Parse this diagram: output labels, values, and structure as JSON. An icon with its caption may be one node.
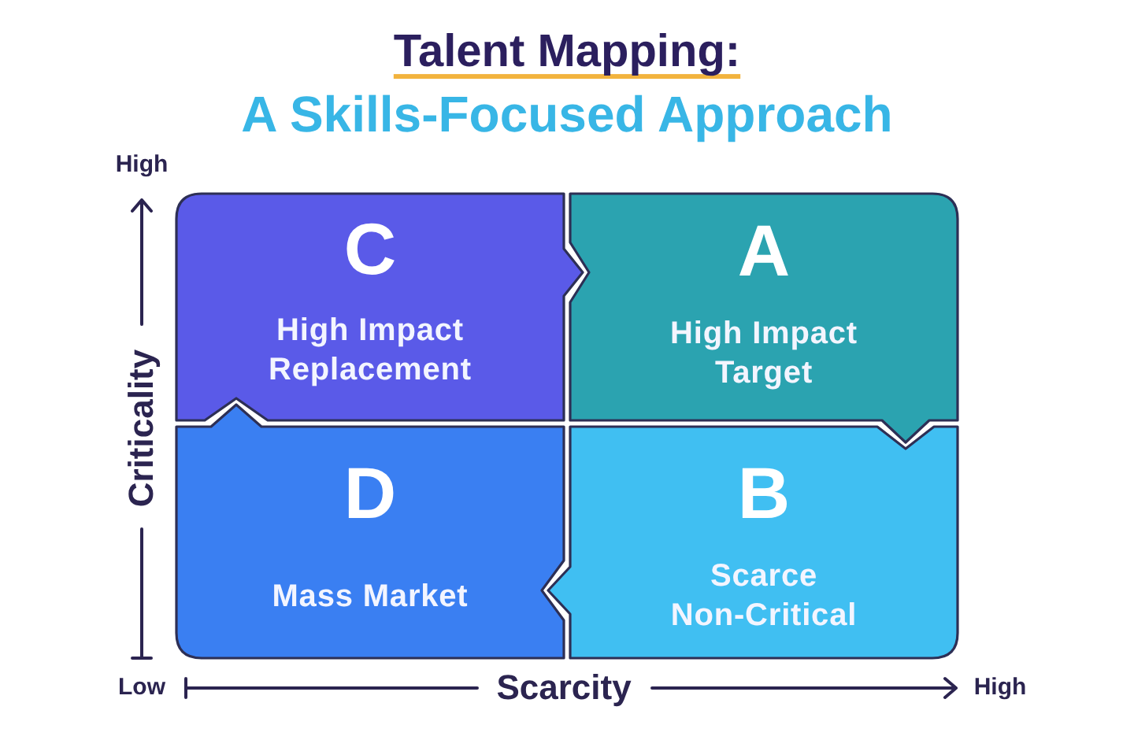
{
  "diagram": {
    "title": "Talent Mapping:",
    "nodes": [
      {
        "text": [
          "C",
          "High Impact Replacement"
        ]
      },
      {
        "text": [
          "A",
          "High Impact Target"
        ]
      },
      {
        "text": [
          "D",
          "Mass Market"
        ]
      },
      {
        "text": [
          "B",
          "Scarce Non-Critical"
        ]
      }
    ],
    "labels": [
      "A Skills-Focused Approach",
      "High",
      "Criticality",
      "Low",
      "Scarcity",
      "High"
    ]
  }
}
